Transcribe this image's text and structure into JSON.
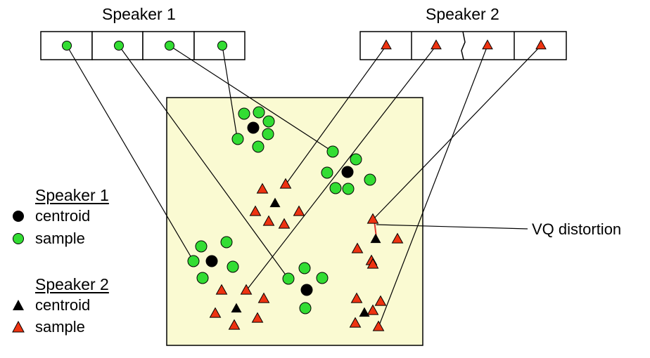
{
  "speaker1_title": "Speaker 1",
  "speaker2_title": "Speaker 2",
  "legend": {
    "speaker1": {
      "heading": "Speaker 1",
      "centroid": "centroid",
      "sample": "sample"
    },
    "speaker2": {
      "heading": "Speaker 2",
      "centroid": "centroid",
      "sample": "sample"
    }
  },
  "annotation": "VQ distortion",
  "colors": {
    "panel_fill": "#fafad2",
    "speaker1_sample": "#33dd33",
    "speaker2_sample": "#ee3311",
    "centroid": "#000000"
  }
}
